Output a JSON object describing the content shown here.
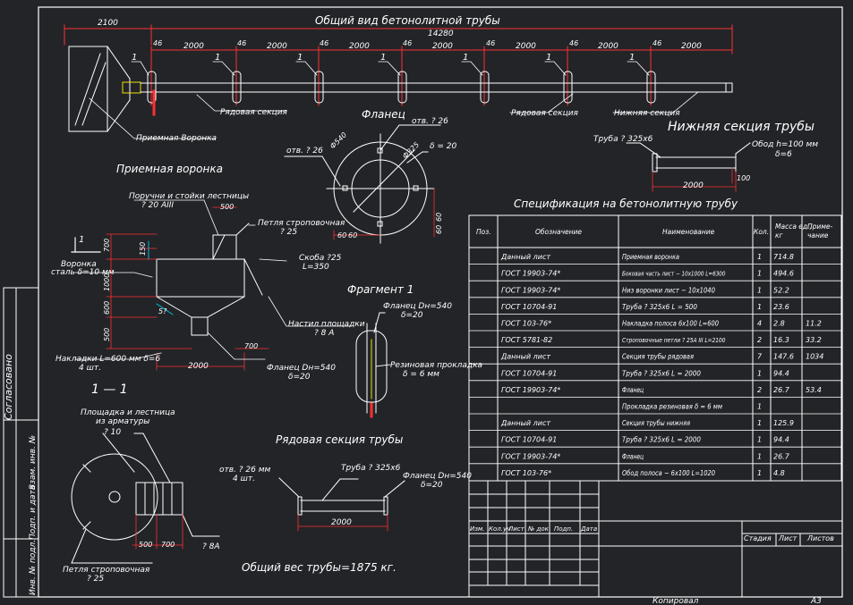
{
  "colors": {
    "background": "#222428",
    "lines": "#ffffff",
    "dimension": "#ff3030",
    "cyan": "#00d8ff",
    "yellow": "#f0e000",
    "green": "#00e060"
  },
  "general_view": {
    "title": "Общий вид бетонолитной трубы",
    "dim_left": "2100",
    "dim_total": "14280",
    "dim_gap": "46",
    "dim_section": "2000",
    "callout": "1",
    "label_row_section_1": "Рядовая секция",
    "label_row_section_2": "Рядовая секция",
    "label_bottom_section": "Нижняя секция",
    "label_funnel": "Приемная Воронка"
  },
  "flange": {
    "title": "Фланец",
    "hole_top": "отв. ? 26",
    "hole_left": "отв. ? 26",
    "d_outer": "Ф540",
    "d_inner": "Ф325",
    "thickness": "δ = 20",
    "dim_60_a": "60",
    "dim_60_b": "60",
    "dim_60_c": "60",
    "dim_60_d": "60"
  },
  "bottom_section": {
    "title": "Нижняя секция трубы",
    "pipe": "Труба ? 325х6",
    "hoop": "Обод h=100 мм",
    "hoop_thick": "δ=6",
    "dim_len": "2000",
    "dim_h": "100"
  },
  "funnel": {
    "title": "Приемная воронка",
    "rails": "Поручни и стойки лестницы",
    "rails_d": "? 20 AIII",
    "dim_500": "500",
    "lifting_loop": "Петля строповочная",
    "lifting_loop_d": "? 25",
    "bracket": "Скоба ?25",
    "bracket_l": "L=350",
    "funnel_name": "Воронка",
    "funnel_mat": "сталь δ=10 мм",
    "callout": "1",
    "dim_700": "700",
    "dim_150": "150",
    "dim_1000": "1000",
    "dim_600": "600",
    "dim_500v": "500",
    "dim_700b": "700",
    "dim_2000": "2000",
    "angle": "5?",
    "overlays": "Накладки L=600 мм δ=6",
    "overlays_n": "4 шт.",
    "platform": "Настил площадки",
    "platform_d": "? 8 A",
    "flange_note": "Фланец Dн=540",
    "flange_thick": "δ=20"
  },
  "fragment": {
    "title": "Фрагмент 1",
    "flange": "Фланец Dн=540",
    "flange_thick": "δ=20",
    "gasket": "Резиновая прокладка",
    "gasket_thick": "δ = 6 мм"
  },
  "section_11": {
    "title": "1 — 1",
    "platform": "Площадка и лестница",
    "platform_2": "из арматуры",
    "rod": "? 10",
    "dim_500": "500",
    "dim_700": "700",
    "rod_b": "? 8A",
    "loop": "Петля строповочная",
    "loop_d": "? 25"
  },
  "row_section": {
    "title": "Рядовая секция трубы",
    "holes": "отв. ? 26 мм",
    "holes_n": "4 шт.",
    "pipe": "Труба ? 325х6",
    "flange": "Фланец Dн=540",
    "flange_thick": "δ=20",
    "dim_len": "2000"
  },
  "total_weight": "Общий вес трубы=1875 кг.",
  "spec": {
    "title": "Спецификация на бетонолитную трубу",
    "headers": [
      "Поз.",
      "Обозначение",
      "Наименование",
      "Кол.",
      "Масса ед., кг",
      "Приме- чание"
    ],
    "rows": [
      [
        "",
        "Данный лист",
        "Приемная воронка",
        "1",
        "714.8",
        ""
      ],
      [
        "",
        "ГОСТ 19903-74*",
        "Боковая часть лист − 10х1000 L=6300",
        "1",
        "494.6",
        ""
      ],
      [
        "",
        "ГОСТ 19903-74*",
        "Низ воронки лист − 10х1040",
        "1",
        "52.2",
        ""
      ],
      [
        "",
        "ГОСТ 10704-91",
        "Труба ? 325х6 L = 500",
        "1",
        "23.6",
        ""
      ],
      [
        "",
        "ГОСТ 103-76*",
        "Накладка полоса 6х100 L=600",
        "4",
        "2.8",
        "11.2"
      ],
      [
        "",
        "ГОСТ 5781-82",
        "Строповочные петли ? 25А III L=2100",
        "2",
        "16.3",
        "33.2"
      ],
      [
        "",
        "Данный лист",
        "Секция трубы рядовая",
        "7",
        "147.6",
        "1034"
      ],
      [
        "",
        "ГОСТ 10704-91",
        "Труба ? 325х6 L = 2000",
        "1",
        "94.4",
        ""
      ],
      [
        "",
        "ГОСТ 19903-74*",
        "Фланец",
        "2",
        "26.7",
        "53.4"
      ],
      [
        "",
        "",
        "Прокладка резиновая δ = 6 мм",
        "1",
        "",
        ""
      ],
      [
        "",
        "Данный лист",
        "Секция трубы нижняя",
        "1",
        "125.9",
        ""
      ],
      [
        "",
        "ГОСТ 10704-91",
        "Труба ? 325х6 L = 2000",
        "1",
        "94.4",
        ""
      ],
      [
        "",
        "ГОСТ 19903-74*",
        "Фланец",
        "1",
        "26.7",
        ""
      ],
      [
        "",
        "ГОСТ 103-76*",
        "Обод полоса − 6х100 L=1020",
        "1",
        "4.8",
        ""
      ]
    ]
  },
  "titleblock": {
    "cols": [
      "Изм.",
      "Кол.уч",
      "Лист",
      "№ док",
      "Подп.",
      "Дата"
    ],
    "stage": "Стадия",
    "sheet": "Лист",
    "sheets": "Листов",
    "copied": "Копировал",
    "format": "А3"
  },
  "side_stamp": {
    "agreed": "Согласовано",
    "inv_sub": "Инв. № подл.",
    "sign_date": "Подп. и дата",
    "inv_dup": "Взам. инв. №"
  }
}
